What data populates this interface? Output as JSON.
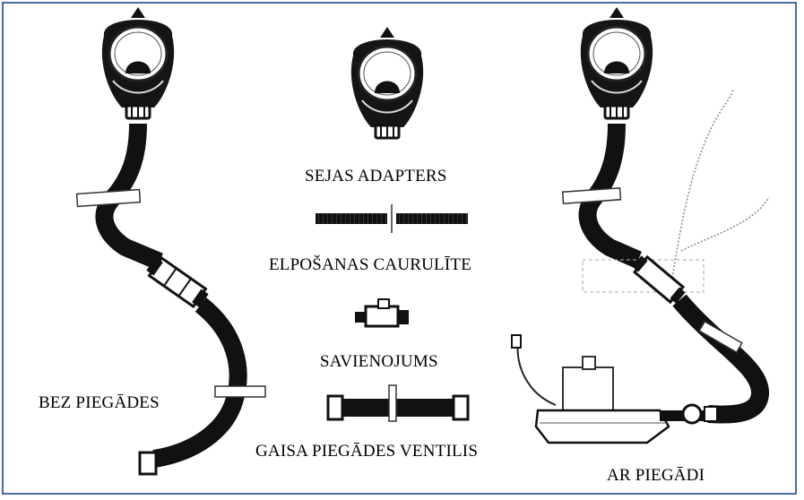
{
  "labels": {
    "sejas_adapters": "SEJAS ADAPTERS",
    "elposanas_caurulite": "ELPOŠANAS CAURULĪTE",
    "savienojums": "SAVIENOJUMS",
    "gaisa_piegades_ventilis": "GAISA PIEGĀDES VENTILIS",
    "bez_piegades": "BEZ PIEGĀDES",
    "ar_piegadi": "AR PIEGĀDI"
  },
  "colors": {
    "border": "#4a6aa6",
    "ink": "#000000"
  }
}
